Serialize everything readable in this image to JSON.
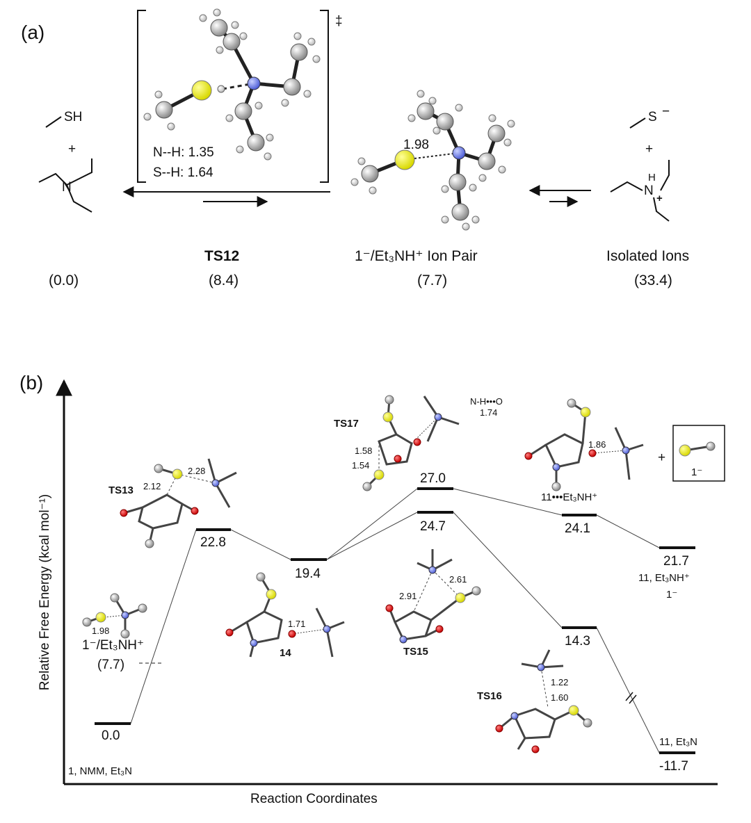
{
  "panel_a": {
    "label": "(a)",
    "dagger": "‡",
    "reactants": {
      "sh": "SH",
      "plus": "+",
      "n": "N",
      "energy": "(0.0)"
    },
    "ts12": {
      "name": "TS12",
      "energy": "(8.4)",
      "nh": "N--H: 1.35",
      "sh": "S--H: 1.64"
    },
    "ion_pair": {
      "name": "1⁻/Et₃NH⁺ Ion Pair",
      "energy": "(7.7)",
      "dist": "1.98"
    },
    "isolated": {
      "s": "S",
      "minus": "−",
      "plus": "+",
      "h": "H",
      "n": "N",
      "charge": "+",
      "name": "Isolated Ions",
      "energy": "(33.4)"
    }
  },
  "panel_b": {
    "label": "(b)",
    "y_axis_label": "Relative Free Energy (kcal mol⁻¹)",
    "x_axis_label": "Reaction Coordinates",
    "levels": [
      {
        "key": "start",
        "value": "0.0",
        "caption": "1, NMM, Et₃N"
      },
      {
        "key": "ts13",
        "value": "22.8",
        "caption": "TS13"
      },
      {
        "key": "i14",
        "value": "19.4",
        "caption": "14"
      },
      {
        "key": "ts17",
        "value": "27.0",
        "caption": "TS17"
      },
      {
        "key": "ts15",
        "value": "24.7",
        "caption": "TS15"
      },
      {
        "key": "i11a",
        "value": "24.1",
        "caption": "11•••Et₃NH⁺"
      },
      {
        "key": "i11b",
        "value": "21.7",
        "caption": "11, Et₃NH⁺"
      },
      {
        "key": "ts16",
        "value": "14.3",
        "caption": "TS16"
      },
      {
        "key": "end",
        "value": "-11.7",
        "caption": "11, Et₃N"
      }
    ],
    "ion_pair_label": "1⁻/Et₃NH⁺",
    "ion_pair_energy": "(7.7)",
    "ion_pair_dist": "1.98",
    "ts13_dists": [
      "2.12",
      "2.28"
    ],
    "ts17_dists": [
      "1.58",
      "1.54"
    ],
    "ts17_note_a": "N-H•••O",
    "ts17_note_b": "1.74",
    "i11a_dist": "1.86",
    "i11b_anion": "1⁻",
    "anion_box_plus": "+",
    "anion_box_label": "1⁻",
    "i14_dist": "1.71",
    "ts15_dists": [
      "2.91",
      "2.61"
    ],
    "ts16_dists": [
      "1.22",
      "1.60"
    ]
  }
}
